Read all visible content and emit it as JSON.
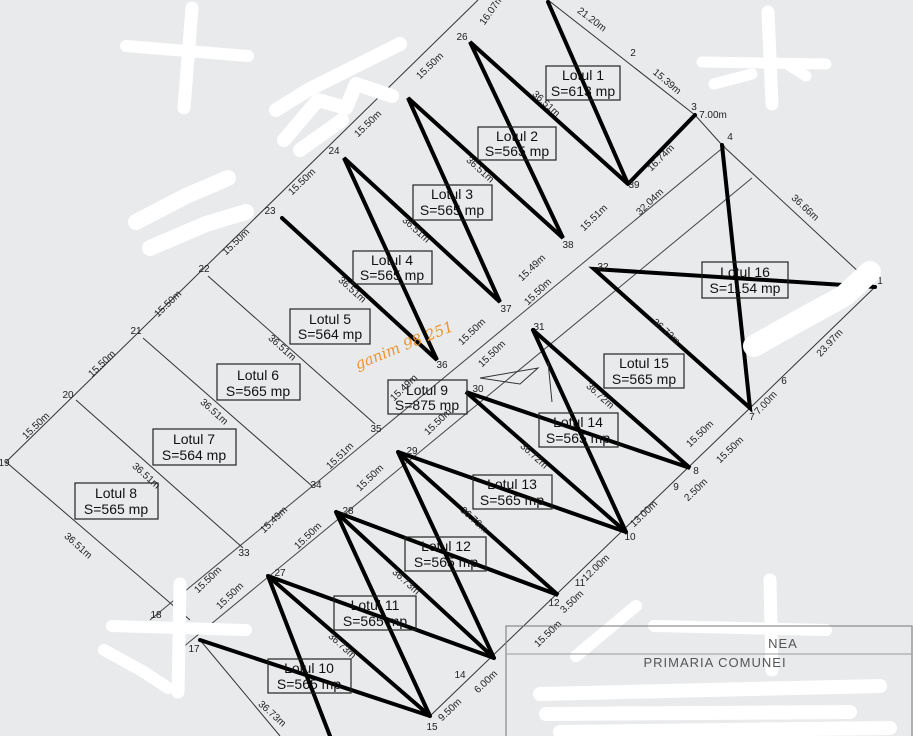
{
  "lots": [
    {
      "label": "Lotul 1",
      "area": "S=613 mp"
    },
    {
      "label": "Lotul 2",
      "area": "S=565 mp"
    },
    {
      "label": "Lotul 3",
      "area": "S=565 mp"
    },
    {
      "label": "Lotul 4",
      "area": "S=565 mp"
    },
    {
      "label": "Lotul 5",
      "area": "S=564 mp"
    },
    {
      "label": "Lotul 6",
      "area": "S=565 mp"
    },
    {
      "label": "Lotul 7",
      "area": "S=564 mp"
    },
    {
      "label": "Lotul 8",
      "area": "S=565 mp"
    },
    {
      "label": "Lotul 9",
      "area": "S=875 mp"
    },
    {
      "label": "Lotul 10",
      "area": "S=565 mp"
    },
    {
      "label": "Lotul 11",
      "area": "S=565 mp"
    },
    {
      "label": "Lotul 12",
      "area": "S=565 mp"
    },
    {
      "label": "Lotul 13",
      "area": "S=565 mp"
    },
    {
      "label": "Lotul 14",
      "area": "S=565 mp"
    },
    {
      "label": "Lotul 15",
      "area": "S=565 mp"
    },
    {
      "label": "Lotul 16",
      "area": "S=1154 mp"
    }
  ],
  "measurements": [
    "16.07m",
    "21.20m",
    "15.39m",
    "7.00m",
    "16.74m",
    "36.66m",
    "23.97m",
    "7.00m",
    "15.50m",
    "15.50m",
    "15.50m",
    "15.50m",
    "15.50m",
    "15.50m",
    "15.50m",
    "15.50m",
    "15.50m",
    "36.51m",
    "36.51m",
    "36.51m",
    "36.51m",
    "36.51m",
    "36.51m",
    "36.51m",
    "36.51m",
    "15.51m",
    "32.04m",
    "15.49m",
    "15.50m",
    "15.50m",
    "15.49m",
    "15.51m",
    "15.50m",
    "15.50m",
    "15.50m",
    "15.49m",
    "15.50m",
    "15.50m",
    "15.50m",
    "36.72m",
    "36.72m",
    "36.72m",
    "36.73m",
    "36.73m",
    "36.73m",
    "36.73m",
    "2.50m",
    "13.00m",
    "12.00m",
    "3.50m",
    "15.50m",
    "6.00m",
    "9.50m"
  ],
  "points": [
    "26",
    "2",
    "3",
    "4",
    "24",
    "23",
    "22",
    "21",
    "20",
    "19",
    "39",
    "38",
    "37",
    "36",
    "35",
    "34",
    "33",
    "18",
    "17",
    "32",
    "31",
    "30",
    "29",
    "28",
    "27",
    "7",
    "6",
    "8",
    "9",
    "10",
    "11",
    "12",
    "14",
    "15",
    "1"
  ],
  "annotation": "ganim 98 251",
  "stamp": {
    "line1": "PRIMARIA COMUNEI",
    "line2": "NEA"
  }
}
